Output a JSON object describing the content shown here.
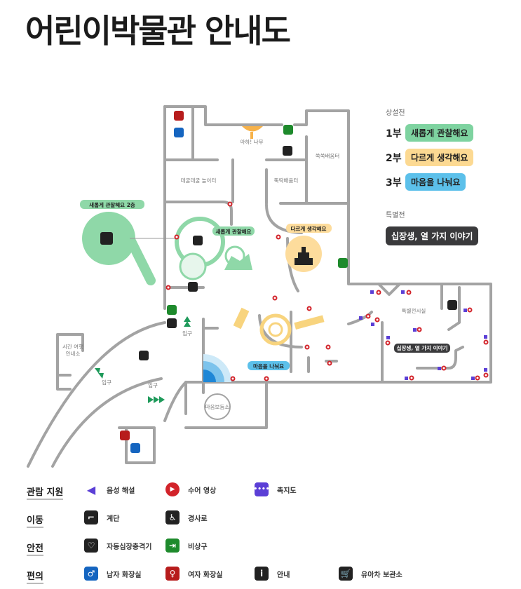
{
  "title": "어린이박물관 안내도",
  "exhibits": {
    "permanent_heading": "상설전",
    "parts": [
      {
        "num": "1부",
        "label": "새롭게 관찰해요",
        "color": "#7ed3a0"
      },
      {
        "num": "2부",
        "label": "다르게 생각해요",
        "color": "#fcd992"
      },
      {
        "num": "3부",
        "label": "마음을 나눠요",
        "color": "#5cc0ea"
      }
    ],
    "special_heading": "특별전",
    "special_label": "십장생, 열 가지 이야기"
  },
  "map": {
    "rooms": {
      "aha_tree": "아하! 나무",
      "play": "데굴데굴 놀이터",
      "ddukddak": "뚝딱배움터",
      "ssukssuk": "쑥쑥배움터",
      "floor2": "새롭게 관찰해요 2층",
      "observe": "새롭게 관찰해요",
      "think": "다르게 생각해요",
      "share": "마음을 나눠요",
      "special_room": "특별전시실",
      "special_exhibit": "십장생, 열 가지 이야기",
      "time_travel_1": "시간 여행",
      "time_travel_2": "안내소",
      "heart_room": "마음보듬소",
      "entrance_1": "입구",
      "entrance_2": "입구",
      "entrance_3": "입구"
    }
  },
  "legend": [
    {
      "category": "관람 지원",
      "items": [
        {
          "icon": "audio-guide-icon",
          "label": "음성 해설",
          "color": "#5b3fd6"
        },
        {
          "icon": "sign-video-icon",
          "label": "수어 영상",
          "color": "#d2232a"
        },
        {
          "icon": "tactile-map-icon",
          "label": "촉지도",
          "color": "#5b3fd6"
        }
      ]
    },
    {
      "category": "이동",
      "items": [
        {
          "icon": "stairs-icon",
          "label": "계단",
          "color": "#222222"
        },
        {
          "icon": "ramp-icon",
          "label": "경사로",
          "color": "#222222"
        }
      ]
    },
    {
      "category": "안전",
      "items": [
        {
          "icon": "aed-icon",
          "label": "자동심장충격기",
          "color": "#222222"
        },
        {
          "icon": "emergency-exit-icon",
          "label": "비상구",
          "color": "#1e8a2c"
        }
      ]
    },
    {
      "category": "편의",
      "items": [
        {
          "icon": "mens-restroom-icon",
          "label": "남자 화장실",
          "color": "#1565c0"
        },
        {
          "icon": "womens-restroom-icon",
          "label": "여자 화장실",
          "color": "#b71c1c"
        },
        {
          "icon": "info-icon",
          "label": "안내",
          "color": "#222222"
        },
        {
          "icon": "stroller-icon",
          "label": "유아차 보관소",
          "color": "#222222"
        }
      ]
    }
  ]
}
